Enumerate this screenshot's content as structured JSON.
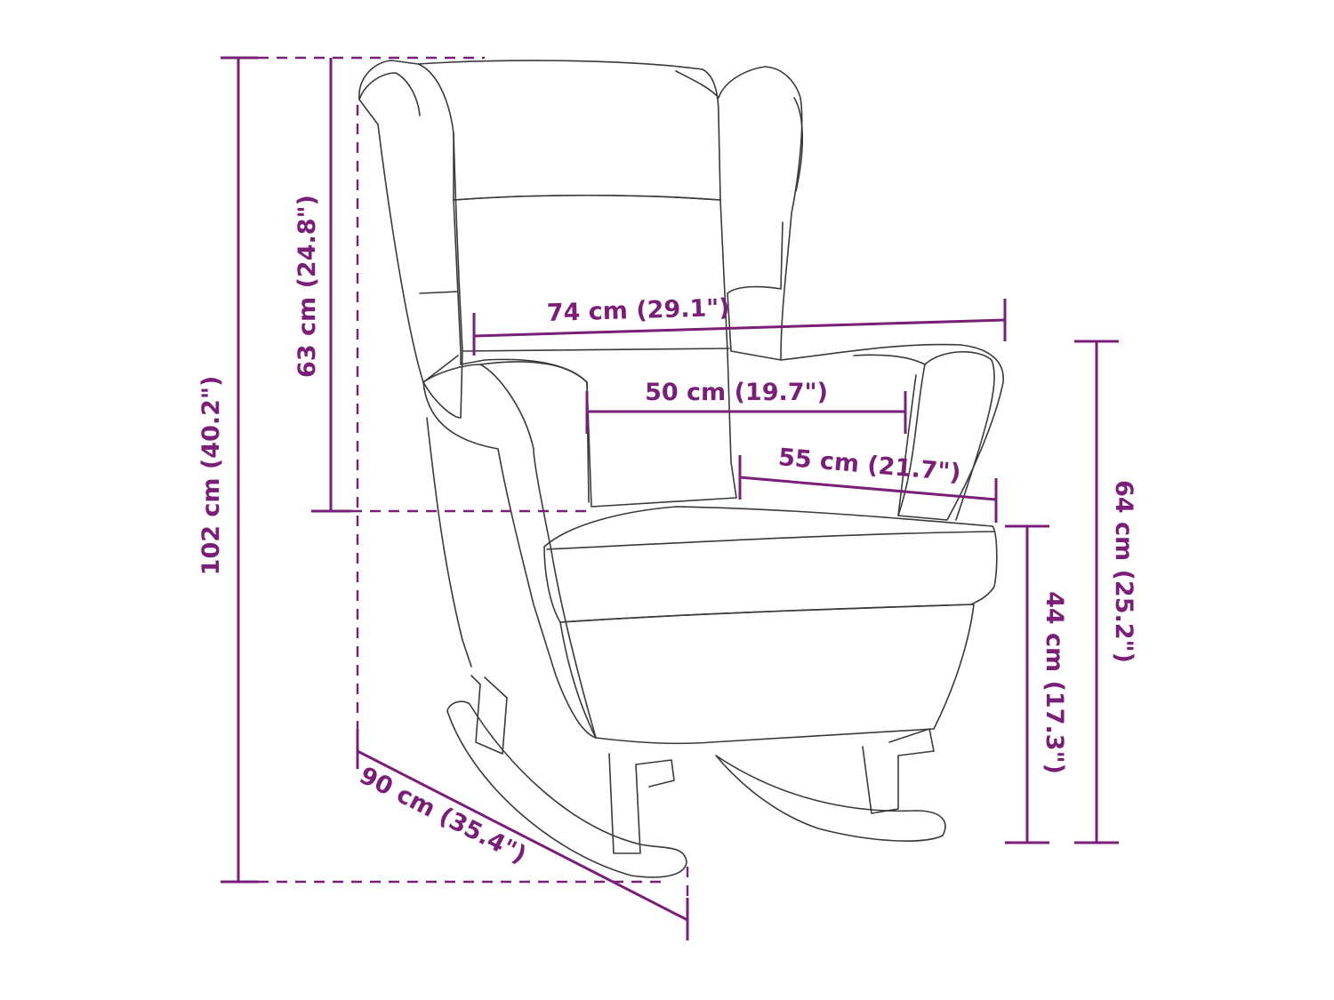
{
  "colors": {
    "dimension": "#7a1f78",
    "outline": "#3a3a3a",
    "background": "#ffffff"
  },
  "dimensions": {
    "total_height": "102 cm (40.2\")",
    "backrest_height": "63 cm (24.8\")",
    "total_width": "74 cm (29.1\")",
    "seat_width": "50 cm (19.7\")",
    "seat_depth": "55 cm (21.7\")",
    "seat_height": "44 cm (17.3\")",
    "armrest_height": "64 cm (25.2\")",
    "total_depth": "90 cm (35.4\")"
  }
}
